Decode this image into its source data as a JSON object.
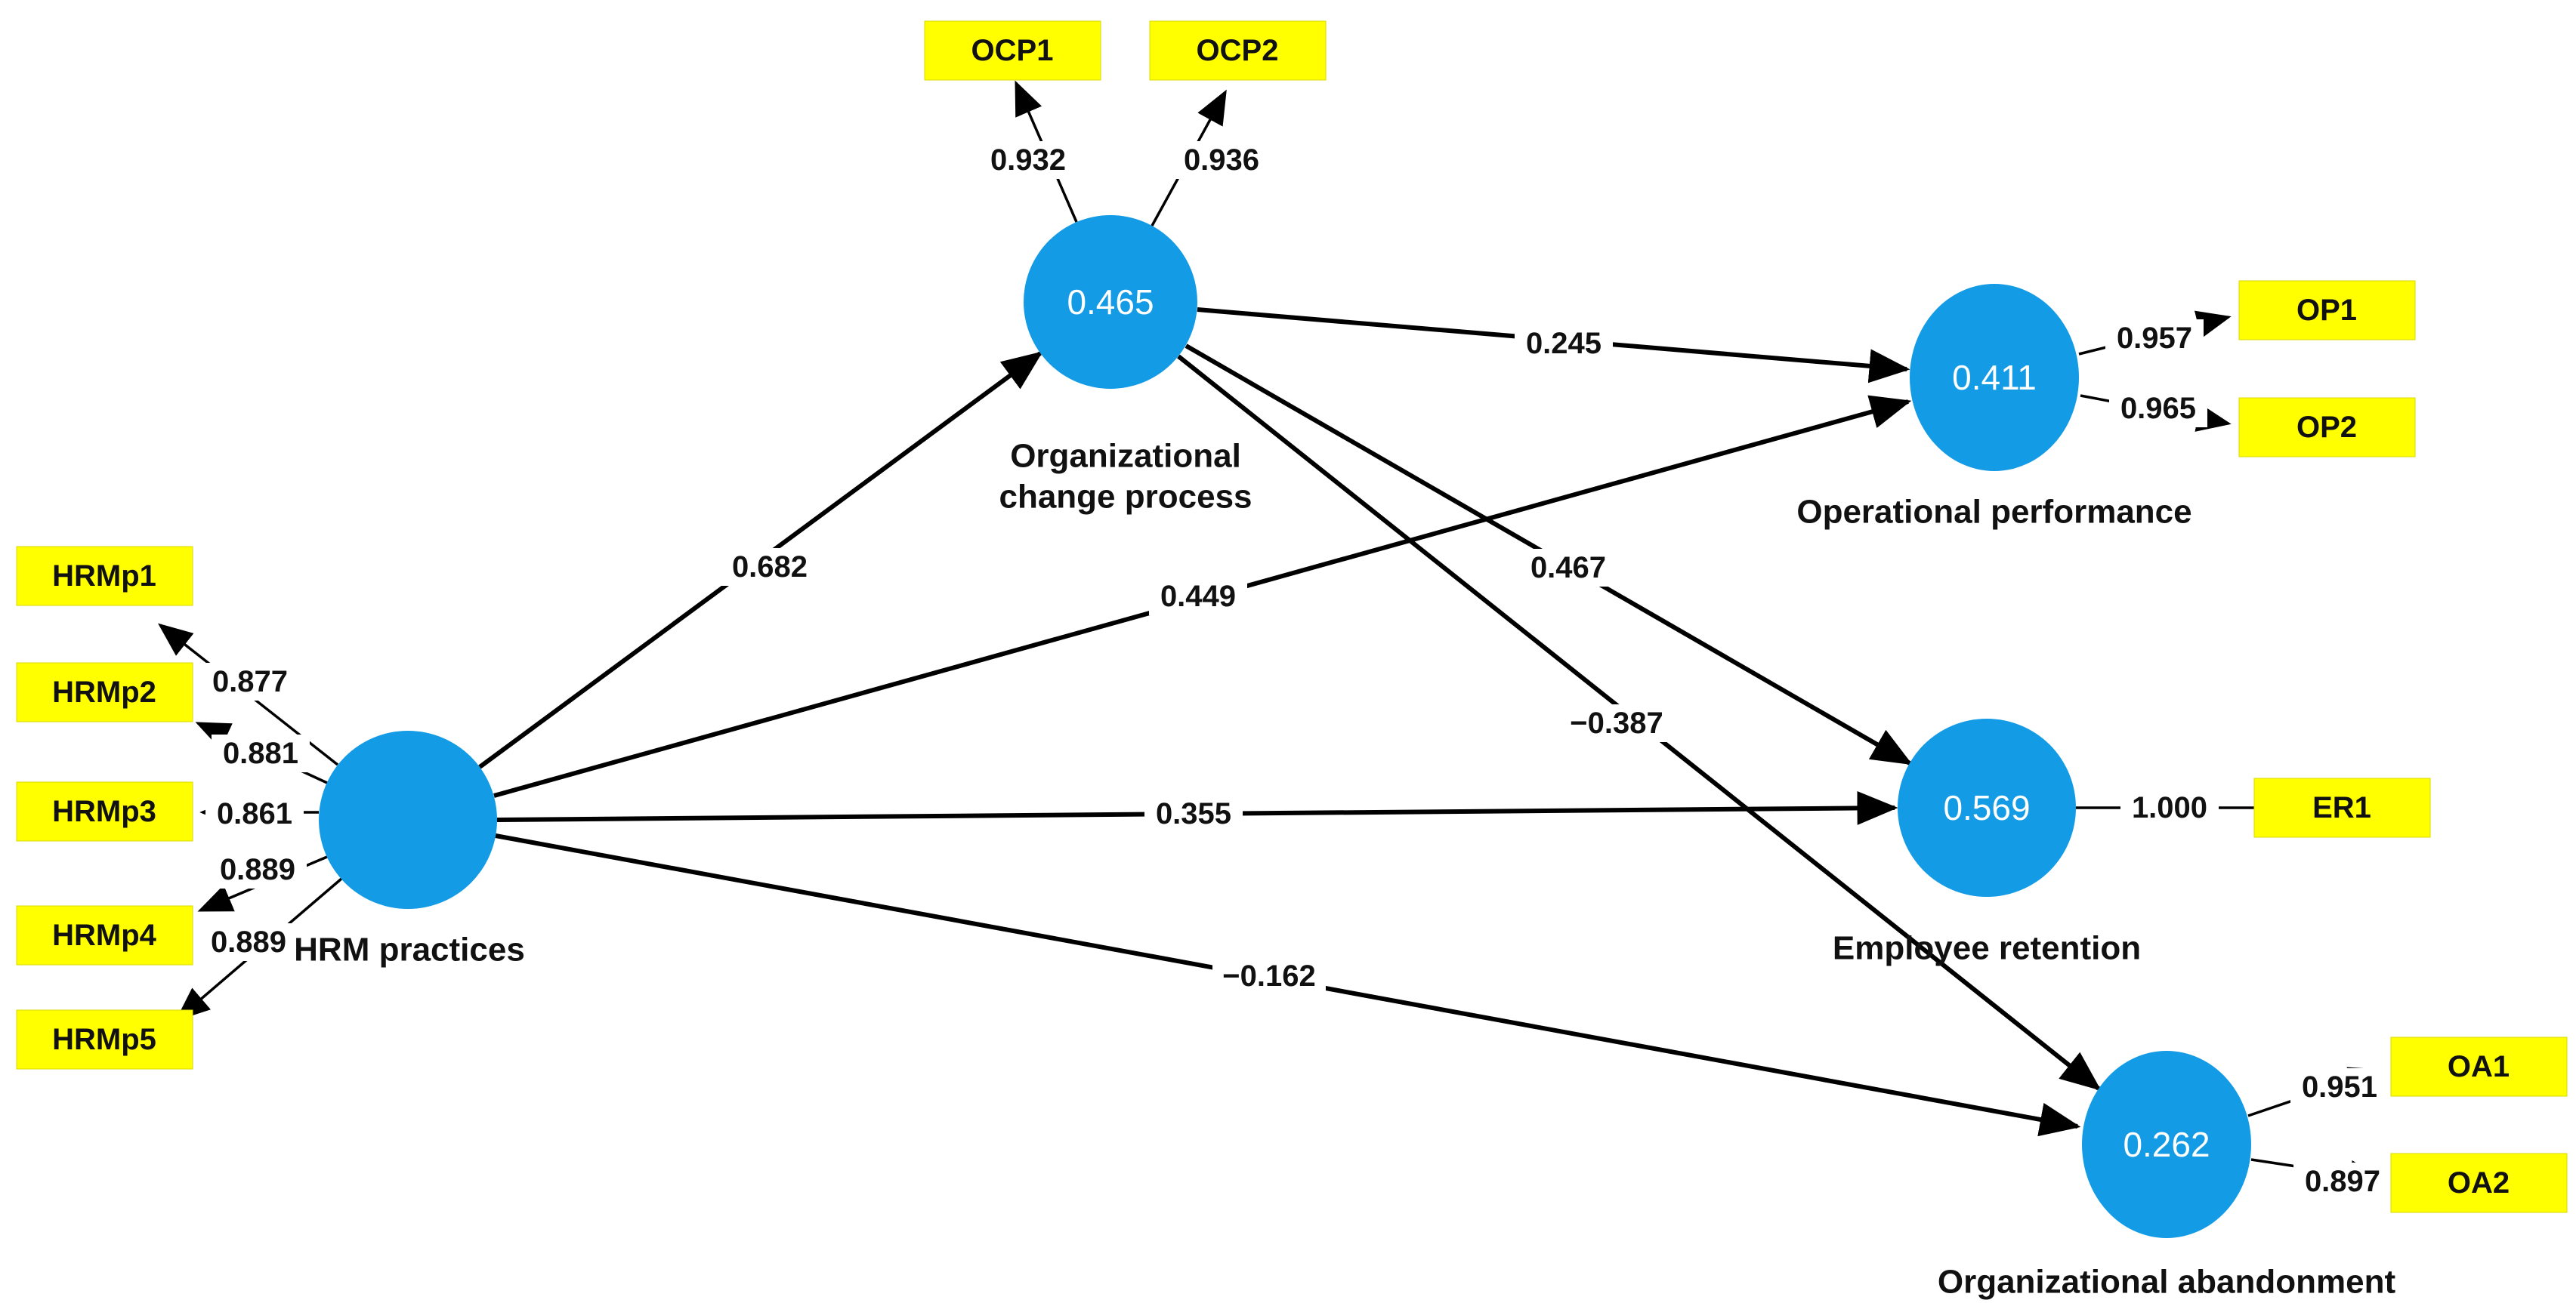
{
  "diagram": {
    "type": "sem-path-model",
    "colors": {
      "latent_fill": "#149be6",
      "indicator_fill": "#ffff00",
      "arrow": "#000000",
      "r2_text": "#ffffff",
      "label_text": "#111111"
    },
    "latent_variables": [
      {
        "id": "hrm_practices",
        "name": "HRM practices",
        "r_squared": "",
        "label_lines": [
          "HRM practices"
        ]
      },
      {
        "id": "organizational_change_process",
        "name": "Organizational change process",
        "r_squared": "0.465",
        "label_lines": [
          "Organizational",
          "change process"
        ]
      },
      {
        "id": "operational_performance",
        "name": "Operational performance",
        "r_squared": "0.411",
        "label_lines": [
          "Operational performance"
        ]
      },
      {
        "id": "employee_retention",
        "name": "Employee retention",
        "r_squared": "0.569",
        "label_lines": [
          "Employee retention"
        ]
      },
      {
        "id": "organizational_abandonment",
        "name": "Organizational abandonment",
        "r_squared": "0.262",
        "label_lines": [
          "Organizational abandonment"
        ]
      }
    ],
    "indicators": [
      {
        "label": "HRMp1",
        "loading": "0.877",
        "latent": "hrm_practices"
      },
      {
        "label": "HRMp2",
        "loading": "0.881",
        "latent": "hrm_practices"
      },
      {
        "label": "HRMp3",
        "loading": "0.861",
        "latent": "hrm_practices"
      },
      {
        "label": "HRMp4",
        "loading": "0.889",
        "latent": "hrm_practices"
      },
      {
        "label": "HRMp5",
        "loading": "0.889",
        "latent": "hrm_practices"
      },
      {
        "label": "OCP1",
        "loading": "0.932",
        "latent": "organizational_change_process"
      },
      {
        "label": "OCP2",
        "loading": "0.936",
        "latent": "organizational_change_process"
      },
      {
        "label": "OP1",
        "loading": "0.957",
        "latent": "operational_performance"
      },
      {
        "label": "OP2",
        "loading": "0.965",
        "latent": "operational_performance"
      },
      {
        "label": "ER1",
        "loading": "1.000",
        "latent": "employee_retention"
      },
      {
        "label": "OA1",
        "loading": "0.951",
        "latent": "organizational_abandonment"
      },
      {
        "label": "OA2",
        "loading": "0.897",
        "latent": "organizational_abandonment"
      }
    ],
    "structural_paths": [
      {
        "from": "HRM practices",
        "to": "Organizational change process",
        "coefficient": "0.682"
      },
      {
        "from": "HRM practices",
        "to": "Operational performance",
        "coefficient": "0.449"
      },
      {
        "from": "HRM practices",
        "to": "Employee retention",
        "coefficient": "0.355"
      },
      {
        "from": "HRM practices",
        "to": "Organizational abandonment",
        "coefficient": "−0.162"
      },
      {
        "from": "Organizational change process",
        "to": "Operational performance",
        "coefficient": "0.245"
      },
      {
        "from": "Organizational change process",
        "to": "Employee retention",
        "coefficient": "0.467"
      },
      {
        "from": "Organizational change process",
        "to": "Organizational abandonment",
        "coefficient": "−0.387"
      }
    ]
  }
}
